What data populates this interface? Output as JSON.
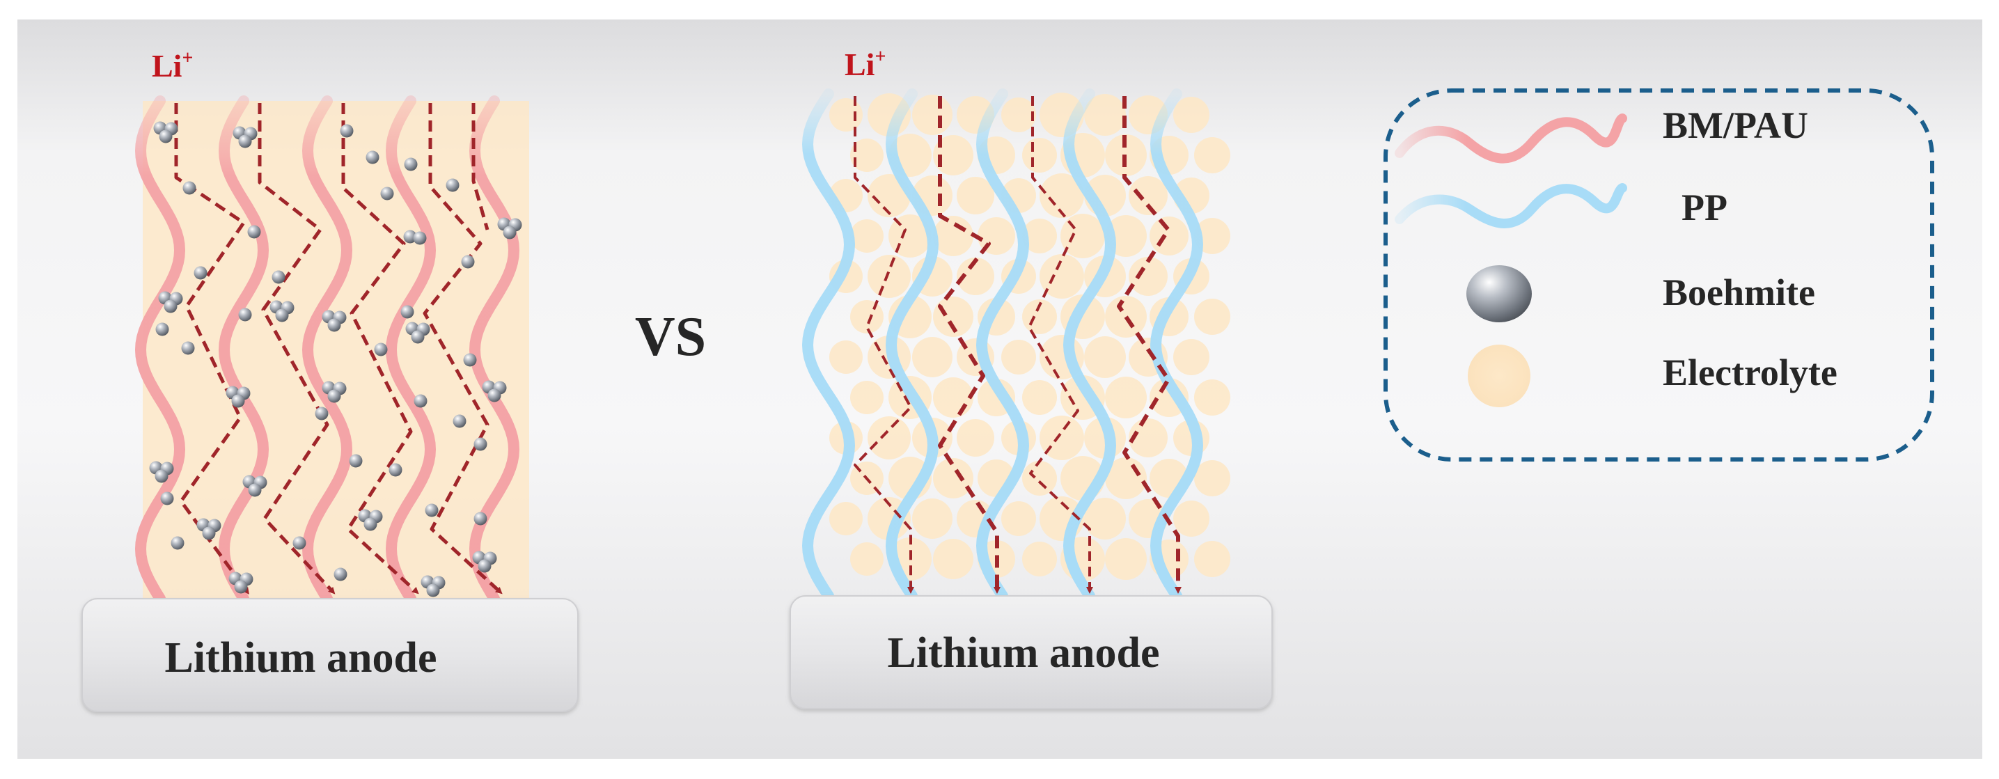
{
  "left_panel": {
    "ion_label": "Li",
    "ion_charge": "+",
    "anode_label": "Lithium anode"
  },
  "right_panel": {
    "ion_label": "Li",
    "ion_charge": "+",
    "anode_label": "Lithium anode"
  },
  "vs_label": "VS",
  "legend": {
    "items": [
      {
        "label": "BM/PAU",
        "kind": "wave",
        "color": "#f4a3a6"
      },
      {
        "label": "PP",
        "kind": "wave",
        "color": "#a8dcf7"
      },
      {
        "label": "Boehmite",
        "kind": "sphere",
        "color": "#8a9099"
      },
      {
        "label": "Electrolyte",
        "kind": "circle",
        "color": "#fde8c8"
      }
    ],
    "border_color": "#1b5e8c"
  },
  "colors": {
    "li_text": "#c0141c",
    "path_line": "#a0252a",
    "anode_fill": "#e4e4e6",
    "electrolyte": "#fde8c8"
  }
}
